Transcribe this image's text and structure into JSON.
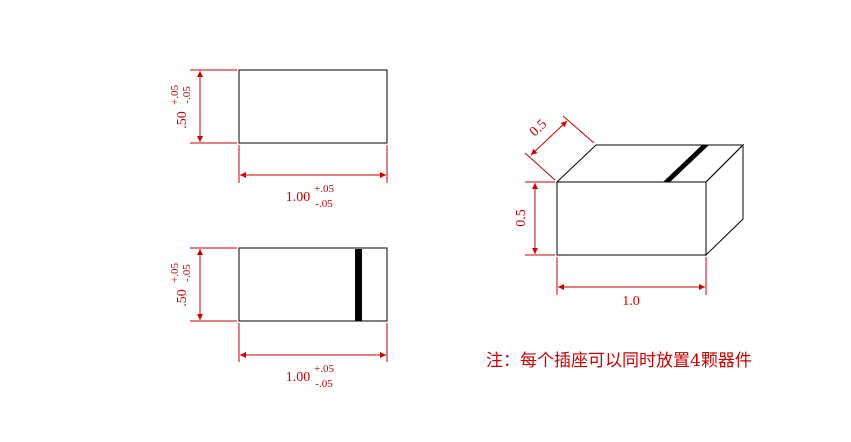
{
  "top_view": {
    "height_nominal": ".50",
    "height_tol_plus": "+.05",
    "height_tol_minus": "-.05",
    "width_nominal": "1.00",
    "width_tol_plus": "+.05",
    "width_tol_minus": "-.05"
  },
  "bottom_view": {
    "height_nominal": ".50",
    "height_tol_plus": "+.05",
    "height_tol_minus": "-.05",
    "width_nominal": "1.00",
    "width_tol_plus": "+.05",
    "width_tol_minus": "-.05"
  },
  "iso_view": {
    "depth_label": "0.5",
    "height_label": "0.5",
    "length_label": "1.0"
  },
  "note": "注：每个插座可以同时放置4颗器件",
  "colors": {
    "dimension": "#cc0000",
    "outline": "#000000"
  }
}
